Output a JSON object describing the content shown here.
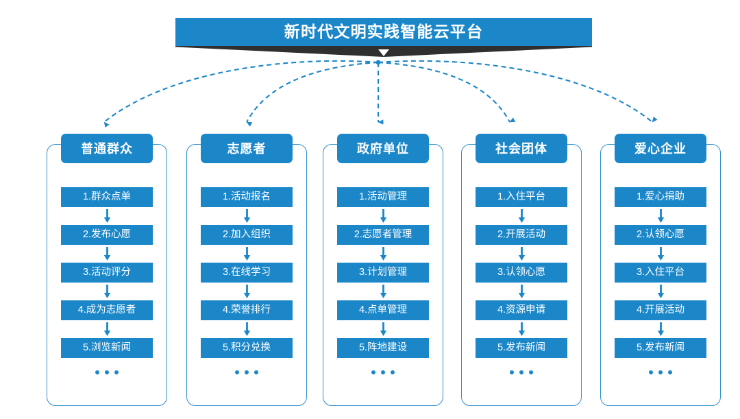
{
  "theme": {
    "primary_blue": "#1b87c9",
    "outline_blue": "#2e90cb",
    "shadow_dark": "#2f2f2f",
    "background": "#ffffff",
    "text_on_blue": "#ffffff"
  },
  "header": {
    "title": "新时代文明实践智能云平台"
  },
  "columns": [
    {
      "header": "普通群众",
      "items": [
        "1.群众点单",
        "2.发布心愿",
        "3.活动评分",
        "4.成为志愿者",
        "5.浏览新闻"
      ],
      "more": "..."
    },
    {
      "header": "志愿者",
      "items": [
        "1.活动报名",
        "2.加入组织",
        "3.在线学习",
        "4.荣誉排行",
        "5.积分兑换"
      ],
      "more": "..."
    },
    {
      "header": "政府单位",
      "items": [
        "1.活动管理",
        "2.志愿者管理",
        "3.计划管理",
        "4.点单管理",
        "5.阵地建设"
      ],
      "more": "..."
    },
    {
      "header": "社会团体",
      "items": [
        "1.入住平台",
        "2.开展活动",
        "3.认领心愿",
        "4.资源申请",
        "5.发布新闻"
      ],
      "more": "..."
    },
    {
      "header": "爱心企业",
      "items": [
        "1.爱心捐助",
        "2.认领心愿",
        "3.入住平台",
        "4.开展活动",
        "5.发布新闻"
      ],
      "more": "..."
    }
  ],
  "connectors": {
    "type": "dashed-curved-arrows",
    "origin_label": "platform-hub",
    "count": 5,
    "targets": [
      "普通群众",
      "志愿者",
      "政府单位",
      "社会团体",
      "爱心企业"
    ]
  }
}
